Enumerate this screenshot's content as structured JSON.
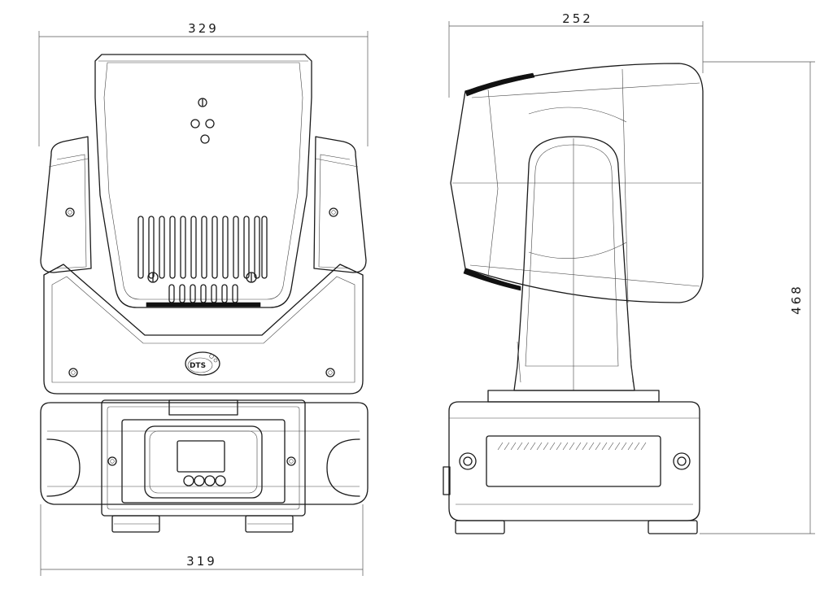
{
  "dimensions": {
    "top_width": "329",
    "bottom_width": "319",
    "side_depth": "252",
    "height": "468"
  },
  "logo": {
    "text": "DTS"
  }
}
